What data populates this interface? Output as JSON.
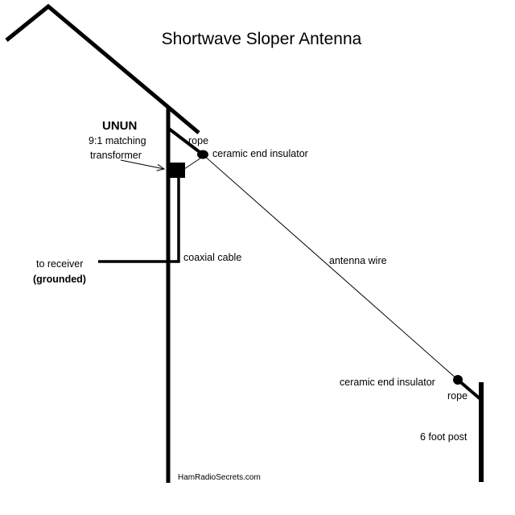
{
  "title": "Shortwave Sloper Antenna",
  "labels": {
    "unun": "UNUN",
    "matching": "9:1 matching",
    "transformer": "transformer",
    "rope_top": "rope",
    "insulator_top": "ceramic end insulator",
    "coax": "coaxial cable",
    "antenna_wire": "antenna wire",
    "to_receiver": "to receiver",
    "grounded": "(grounded)",
    "insulator_bottom": "ceramic end insulator",
    "rope_bottom": "rope",
    "post": "6 foot post",
    "credit": "HamRadioSecrets.com"
  }
}
